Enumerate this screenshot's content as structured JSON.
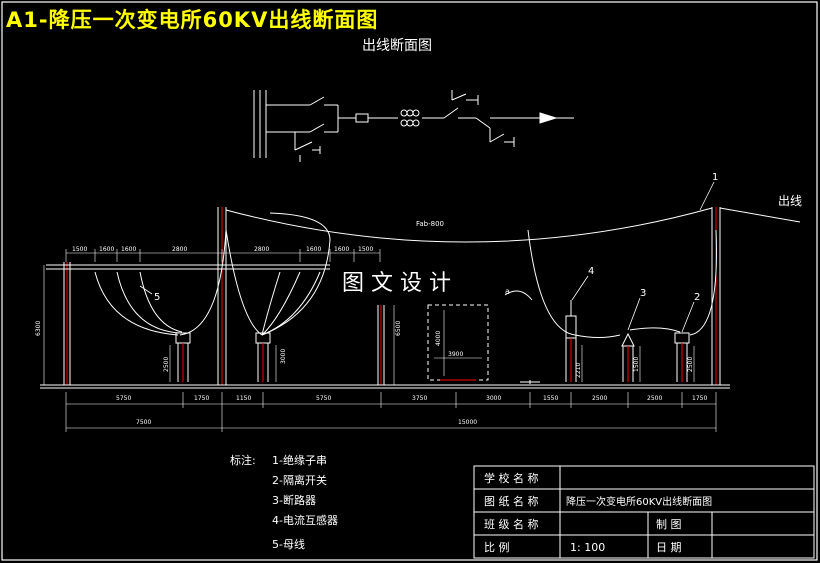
{
  "header": {
    "title": "A1-降压一次变电所60KV出线断面图"
  },
  "drawing": {
    "subtitle": "出线断面图",
    "watermark": "图 文 设 计",
    "outgoing_line_label": "出线",
    "overhead_span_label": "Fab-800",
    "marker_a": "a",
    "callouts": [
      "1",
      "2",
      "3",
      "4",
      "5"
    ],
    "dims_top": [
      "1500",
      "1600",
      "1600",
      "2800",
      "2800",
      "1600",
      "1600",
      "1500"
    ],
    "dims_bottom_row1": [
      "5750",
      "1750",
      "1150",
      "5750",
      "3750",
      "3000",
      "1550",
      "2500",
      "2500",
      "1750"
    ],
    "dims_bottom_row2": [
      "7500",
      "15000"
    ],
    "dims_vertical": [
      "6300",
      "6500",
      "4000",
      "2500",
      "3000",
      "2210",
      "1500",
      "2500",
      "3900"
    ],
    "colors": {
      "background": "#000000",
      "lines": "#ffffff",
      "title": "#ffff00",
      "accent": "#ff0000"
    }
  },
  "notes": {
    "label": "标注:",
    "items": [
      "1-绝缘子串",
      "2-隔离开关",
      "3-断路器",
      "4-电流互感器",
      "5-母线"
    ]
  },
  "title_block": {
    "school_label": "学 校 名 称",
    "school_value": "",
    "drawing_name_label": "图 纸 名 称",
    "drawing_name_value": "降压一次变电所60KV出线断面图",
    "class_label": "班 级 名 称",
    "class_value": "",
    "drafter_label": "制    图",
    "drafter_value": "",
    "scale_label": "比    例",
    "scale_value": "1: 100",
    "date_label": "日    期",
    "date_value": ""
  }
}
